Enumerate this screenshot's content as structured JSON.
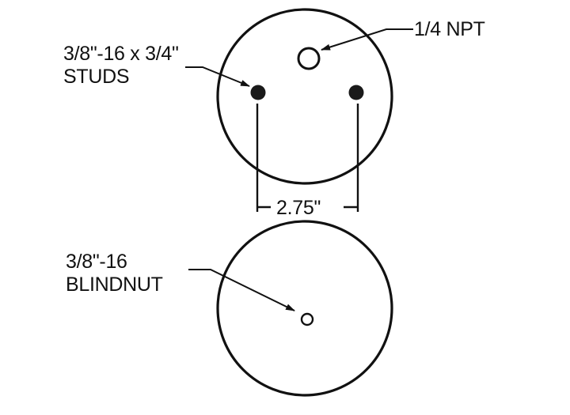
{
  "diagram": {
    "colors": {
      "stroke": "#111111",
      "background": "#ffffff"
    },
    "top_plate": {
      "studs_label_line1": "3/8\"-16 x 3/4\"",
      "studs_label_line2": "STUDS",
      "port_label": "1/4 NPT",
      "dimension_label": "2.75\""
    },
    "bottom_plate": {
      "blindnut_label_line1": "3/8\"-16",
      "blindnut_label_line2": "BLINDNUT"
    }
  }
}
